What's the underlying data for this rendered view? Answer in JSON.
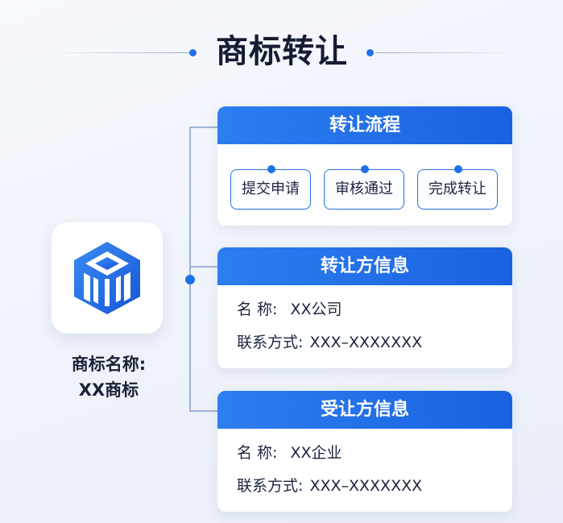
{
  "title": "商标转让",
  "trademark": {
    "label": "商标名称:",
    "value": "XX商标"
  },
  "process": {
    "header": "转让流程",
    "steps": [
      "提交申请",
      "审核通过",
      "完成转让"
    ]
  },
  "transferor": {
    "header": "转让方信息",
    "name_label": "名 称:",
    "name_value": "XX公司",
    "contact_label": "联系方式:",
    "contact_value": "XXX–XXXXXXX"
  },
  "transferee": {
    "header": "受让方信息",
    "name_label": "名 称:",
    "name_value": "XX企业",
    "contact_label": "联系方式:",
    "contact_value": "XXX–XXXXXXX"
  },
  "colors": {
    "accent": "#1f6fe8",
    "header_gradient_start": "#2d7ef0",
    "header_gradient_end": "#1a62e0"
  },
  "icons": [
    "cube-logo-icon"
  ]
}
